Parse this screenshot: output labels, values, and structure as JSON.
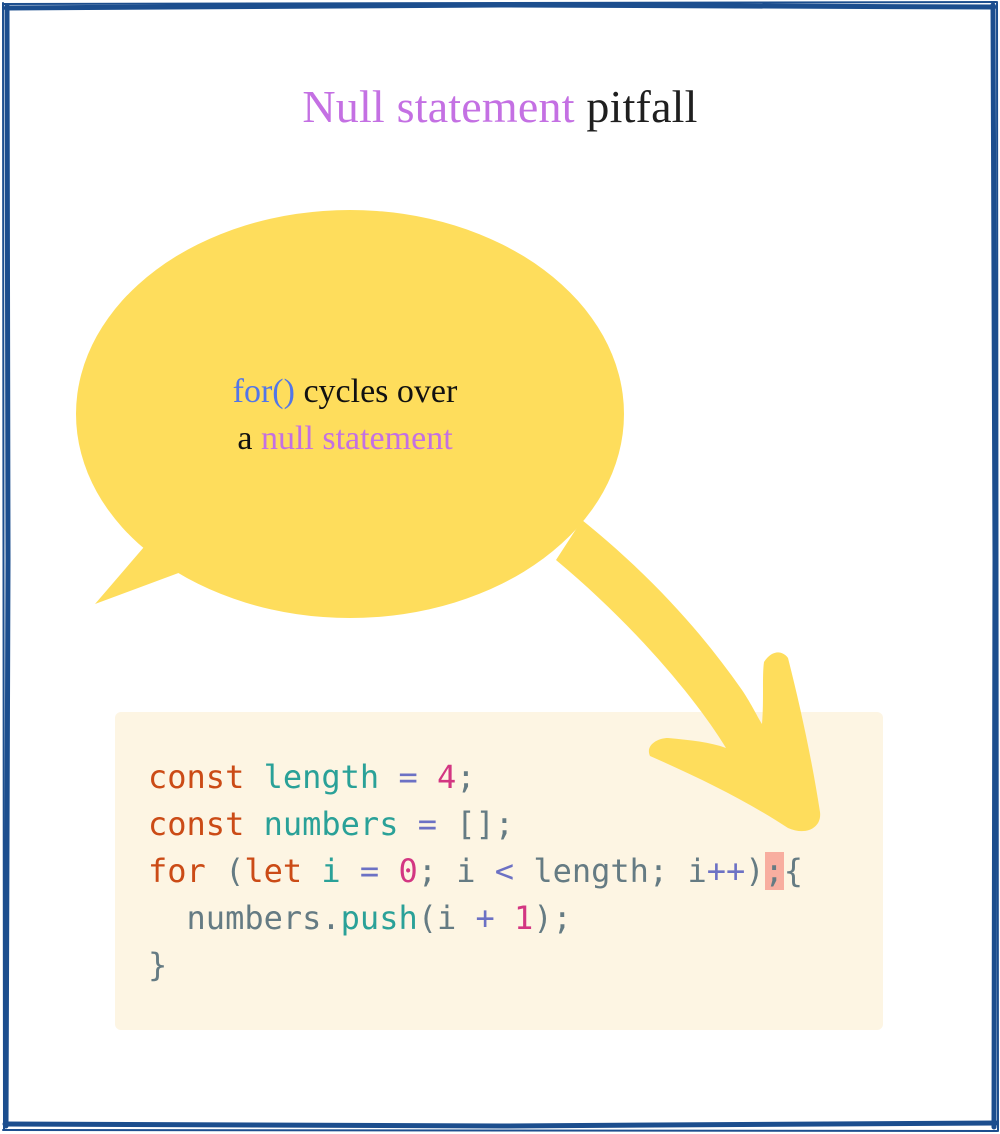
{
  "title": {
    "part1": "Null statement",
    "part2": "pitfall"
  },
  "bubble": {
    "line1_a": "for()",
    "line1_b": " cycles over",
    "line2_a": "a ",
    "line2_b": "null statement"
  },
  "code": {
    "line1": {
      "kw": "const",
      "var": "length",
      "op": "=",
      "num": "4",
      "end": ";"
    },
    "line2": {
      "kw": "const",
      "var": "numbers",
      "op": "=",
      "rest": "[];"
    },
    "line3": {
      "kw": "for",
      "open": " (",
      "kw2": "let",
      "var": "i",
      "op": "=",
      "num": "0",
      "semi1": "; i ",
      "op2": "<",
      "mid": " length; i",
      "op3": "++",
      "close": ")",
      "highlight": ";",
      "brace": "{"
    },
    "line4": {
      "obj": "numbers.",
      "fn": "push",
      "args1": "(i ",
      "op": "+",
      "num": "1",
      "args2": ");"
    },
    "line5": {
      "brace": "}"
    }
  },
  "colors": {
    "accent_purple": "#c470e3",
    "accent_blue": "#5276e8",
    "bubble_yellow": "#fedd5c",
    "frame_blue": "#1c4e8e",
    "code_bg": "#fdf5e3",
    "highlight": "#f8aea0"
  }
}
